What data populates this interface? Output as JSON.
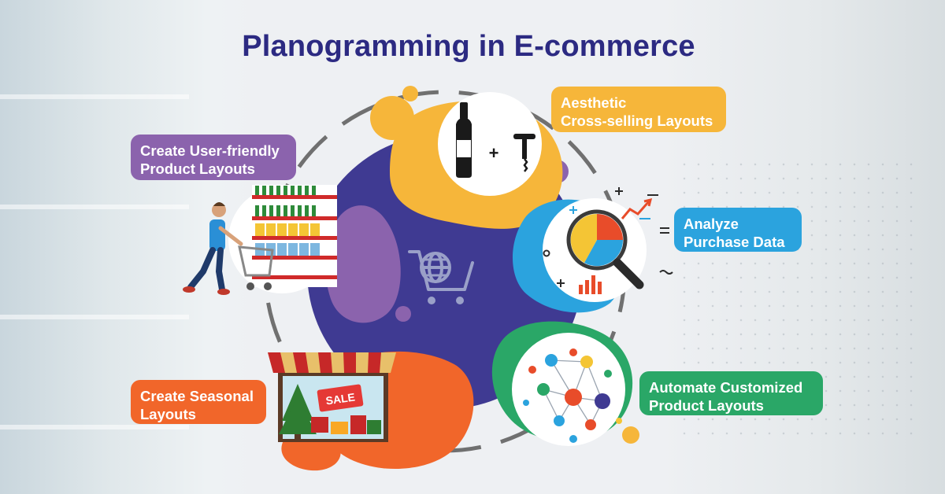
{
  "title": "Planogramming in E-commerce",
  "labels": {
    "user_friendly": [
      "Create User-friendly",
      "Product Layouts"
    ],
    "cross_selling": [
      "Aesthetic",
      "Cross-selling Layouts"
    ],
    "analyze": [
      "Analyze",
      "Purchase Data"
    ],
    "automate": [
      "Automate Customized",
      "Product Layouts"
    ],
    "seasonal": [
      "Create Seasonal",
      "Layouts"
    ]
  },
  "icons": {
    "center": "globe-cart-icon",
    "wine": "wine-bottle-icon",
    "corkscrew": "corkscrew-icon",
    "plus": "+",
    "sale_sign": "SALE"
  },
  "colors": {
    "title": "#2c2a82",
    "center": "#3f3a92",
    "purple": "#8b63ad",
    "yellow": "#f6b63a",
    "blue": "#2ba3de",
    "green": "#2aa767",
    "orange": "#f1662a",
    "ring": "#707070"
  }
}
